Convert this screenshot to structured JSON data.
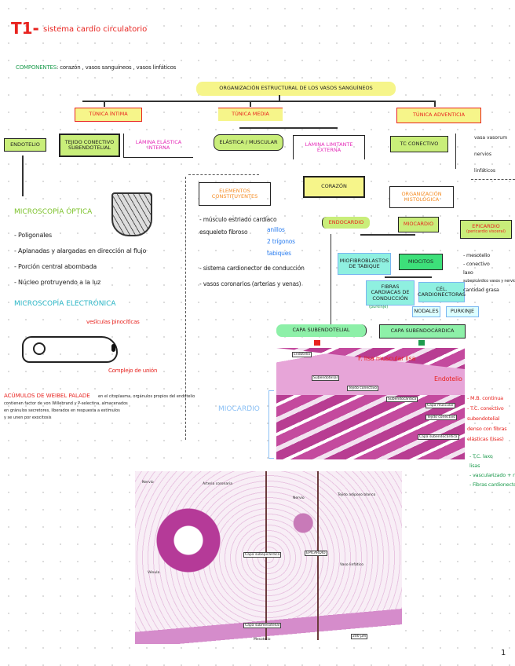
{
  "title": {
    "number": "T1-",
    "text": "sistema cardio circulatorio"
  },
  "components": {
    "label": "COMPONENTES",
    "text": ": corazón , vasos sanguíneos , vasos linfáticos"
  },
  "vessels": {
    "root": "ORGANIZACIÓN ESTRUCTURAL DE LOS VASOS SANGUÍNEOS",
    "intima": "TÚNICA ÍNTIMA",
    "media": "TÚNICA MEDIA",
    "adventicia": "TÚNICA ADVENTICIA",
    "endotelio": "ENDOTELIO",
    "tc_sub": "TEJIDO CONECTIVO SUBENDOTELIAL",
    "lei": "LÁMINA ELÁSTICA INTERNA",
    "elast": "ELÁSTICA / MUSCULAR",
    "lee": "LÁMINA LIMITANTE EXTERNA",
    "tc": "TC CONECTIVO",
    "adv_items": [
      "vasa vasorum",
      "nervios",
      "linfáticos"
    ]
  },
  "endothelium": {
    "optic_title": "MICROSCOPÍA ÓPTICA",
    "optic_items": [
      "- Poligonales",
      "- Aplanadas y alargadas en dirección al flujo",
      "- Porción central abombada",
      "- Núcleo protruyendo a la luz"
    ],
    "electron_title": "MICROSCOPÍA ELECTRÓNICA",
    "vesicles": "vesículas pinocíticas",
    "junction": "Complejo de unión",
    "weibel_title": "ACÚMULOS DE WEIBEL PALADE",
    "weibel_text": [
      "en el citoplasma, orgánulos propios del endotelio",
      "contienen factor de von Willebrand y P-selectina, almacenados",
      "en gránulos secretores, liberados en respuesta a estímulos",
      "y se unen por exocitosis"
    ]
  },
  "heart": {
    "root": "CORAZÓN",
    "elements": "ELEMENTOS CONSTITUYENTES",
    "items": [
      "- músculo estriado cardíaco",
      "esqueleto fibroso",
      "- sistema cardionector de conducción",
      "- vasos coronarios (arterias y venas)"
    ],
    "skeleton": [
      "anillos",
      "2 trígonos",
      "tabiques"
    ],
    "histo": "ORGANIZACIÓN HISTOLÓGICA",
    "endocardio": "ENDOCARDIO",
    "miocardio": "MIOCARDIO",
    "epicardio": "EPICARDIO",
    "epi_sub": "(pericardio visceral)",
    "miofib": "MIOFIBROBLASTOS DE TABIQUE",
    "miocitos": "MIOCITOS",
    "fibras": "FIBRAS CARDIACAS DE CONDUCCIÓN",
    "fibras_sub": "(purkinje)",
    "cel": "CÉL. CARDIONECTORAS",
    "nodales": "NODALES",
    "purkinje": "PURKINJE",
    "epi_items": [
      "- mesotelio",
      "- conectivo",
      "laxo",
      "cantidad grasa"
    ],
    "epi_small": "subepicárdico vasos y nervios",
    "subendotelial": "CAPA SUBENDOTELIAL",
    "subendocardica": "CAPA SUBENDOCÁRDICA"
  },
  "figure1": {
    "arrow": "F. lisa muscular lisa",
    "endo": "Endotelio",
    "side": "MIOCARDIO",
    "labels": [
      "Endotelio",
      "Subendotelial",
      "Tejido conectivo",
      "Subendocárdica",
      "Capa muscular",
      "Tejido conectivo",
      "Capa subendocárdica"
    ],
    "red_notes": [
      "- M.B. continua",
      "- T.C. conectivo",
      "subendotelial",
      "denso con fibras",
      "elásticas (lisas)"
    ],
    "green_notes": [
      "- T.C. laxo",
      "lisas",
      "- vascularizado + nervios",
      "- Fibras cardionectoras"
    ]
  },
  "figure2": {
    "labels": [
      "Nervio",
      "Arteria coronaria",
      "Nervio",
      "Tejido adiposo blanco",
      "Capa subepicárdica",
      "EPICARDIO",
      "Vaso linfático",
      "Vénula",
      "Capa submesotelial",
      "Mesotelio",
      "200 µm"
    ]
  },
  "page_number": "1",
  "colors": {
    "red": "#e8231f",
    "yellow": "#f6f58a",
    "lime": "#c9ee7a",
    "cyan": "#8ff0e0",
    "green": "#8df0a8"
  }
}
